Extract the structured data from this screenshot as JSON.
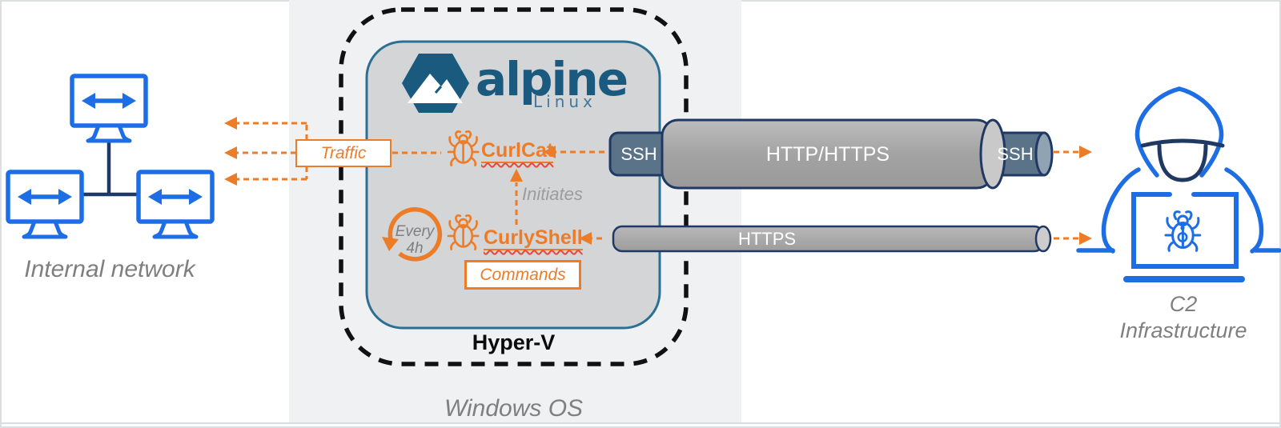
{
  "colors": {
    "accent_orange": "#ED7C28",
    "line_blue": "#1D6EE4",
    "dark_navy": "#1F3864",
    "vm_border_teal": "#2B7094",
    "alpine_brand_blue": "#1A5A7E",
    "gray_text": "#7F7F7F",
    "tube_gray": "#A5A5A5",
    "ssh_tube_slate": "#5A7388"
  },
  "diagram": {
    "internal_network": {
      "label": "Internal network"
    },
    "windows_host": {
      "os_label": "Windows OS",
      "hyperv_label": "Hyper-V"
    },
    "alpine_vm": {
      "brand": "alpine",
      "brand_sub": "Linux"
    },
    "implants": {
      "curlcat": "CurlCat",
      "curlyshell": "CurlyShell",
      "initiates_label": "Initiates",
      "schedule": {
        "line1": "Every",
        "line2": "4h"
      },
      "traffic_label": "Traffic",
      "commands_label": "Commands"
    },
    "tunnels": {
      "ssh_left": "SSH",
      "http_https": "HTTP/HTTPS",
      "ssh_right": "SSH",
      "https": "HTTPS"
    },
    "c2": {
      "line1": "C2",
      "line2": "Infrastructure"
    }
  }
}
